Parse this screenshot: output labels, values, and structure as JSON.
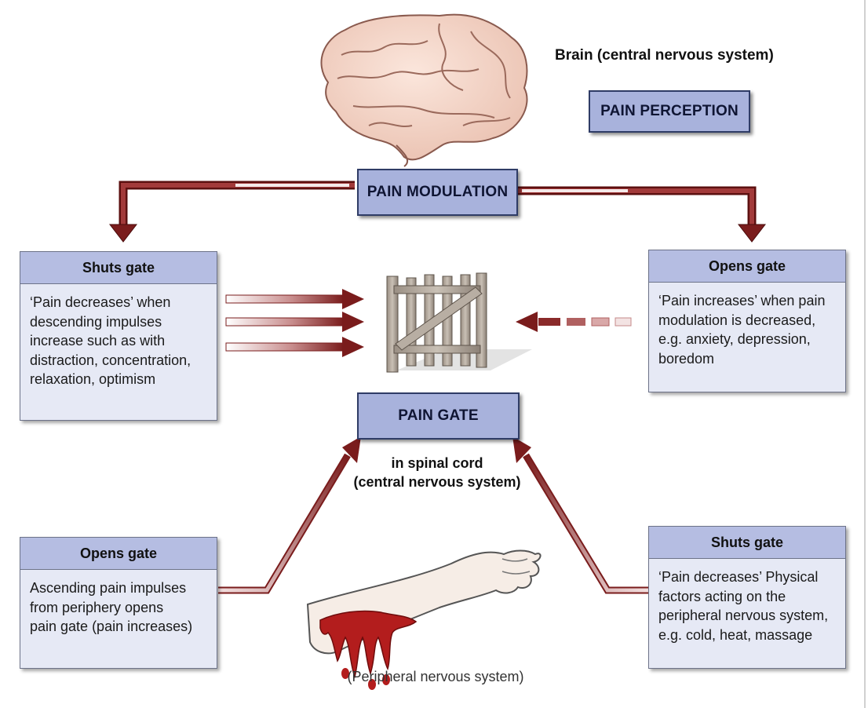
{
  "brain_label": "Brain (central nervous system)",
  "pain_perception": "PAIN PERCEPTION",
  "pain_modulation": "PAIN MODULATION",
  "pain_gate": "PAIN GATE",
  "spinal_cord_line1": "in spinal cord",
  "spinal_cord_line2": "(central nervous system)",
  "peripheral_label": "(Peripheral nervous system)",
  "panels": {
    "top_left": {
      "title": "Shuts gate",
      "lines": [
        "‘Pain decreases’ when",
        "descending impulses",
        "increase such as with",
        "distraction, concentration,",
        "relaxation, optimism"
      ]
    },
    "top_right": {
      "title": "Opens gate",
      "lines": [
        "‘Pain increases’ when pain",
        "modulation is decreased,",
        "e.g. anxiety, depression,",
        "boredom"
      ]
    },
    "bottom_left": {
      "title": "Opens gate",
      "lines": [
        "Ascending pain impulses",
        "from periphery opens",
        "pain gate (pain increases)"
      ]
    },
    "bottom_right": {
      "title": "Shuts gate",
      "lines": [
        "‘Pain decreases’ Physical",
        "factors acting on the",
        "peripheral nervous system,",
        "e.g. cold, heat, massage"
      ]
    }
  },
  "icons": {
    "brain": "brain-icon",
    "gate": "gate-icon",
    "arm": "wounded-arm-icon"
  },
  "colors": {
    "arrow": "#7a1c1c",
    "box_fill": "#a8b2dc",
    "panel_fill": "#e6e9f5",
    "panel_header": "#b5bde2"
  }
}
